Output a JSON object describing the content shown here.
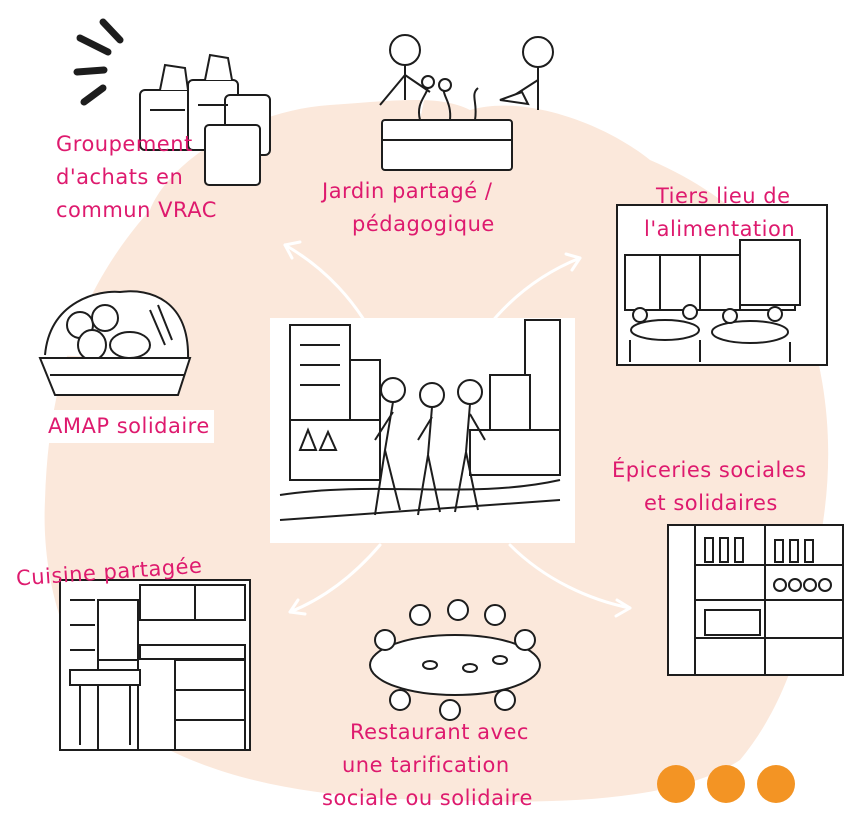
{
  "colors": {
    "label": "#de1a6e",
    "blob": "#fbe8db",
    "dots": "#f39424",
    "ink": "#1d1d1d"
  },
  "labels": {
    "groupement": [
      "Groupement",
      "d'achats en",
      "commun VRAC"
    ],
    "jardin": [
      "Jardin partagé /",
      "pédagogique"
    ],
    "tiers_lieu": [
      "Tiers lieu de",
      "l'alimentation"
    ],
    "amap": [
      "AMAP solidaire"
    ],
    "epiceries": [
      "Épiceries sociales",
      "et solidaires"
    ],
    "cuisine": [
      "Cuisine partagée"
    ],
    "restaurant": [
      "Restaurant avec",
      "une tarification",
      "sociale ou solidaire"
    ]
  },
  "illustrations": {
    "center": "people-walking-city-illustration",
    "groupement": "bulk-bags-illustration",
    "jardin": "shared-garden-illustration",
    "tiers_lieu": "food-third-place-illustration",
    "amap": "produce-basket-illustration",
    "epiceries": "grocery-shelves-illustration",
    "cuisine": "shared-kitchen-illustration",
    "restaurant": "round-table-meal-illustration"
  },
  "decor": {
    "dot_count": 3
  }
}
